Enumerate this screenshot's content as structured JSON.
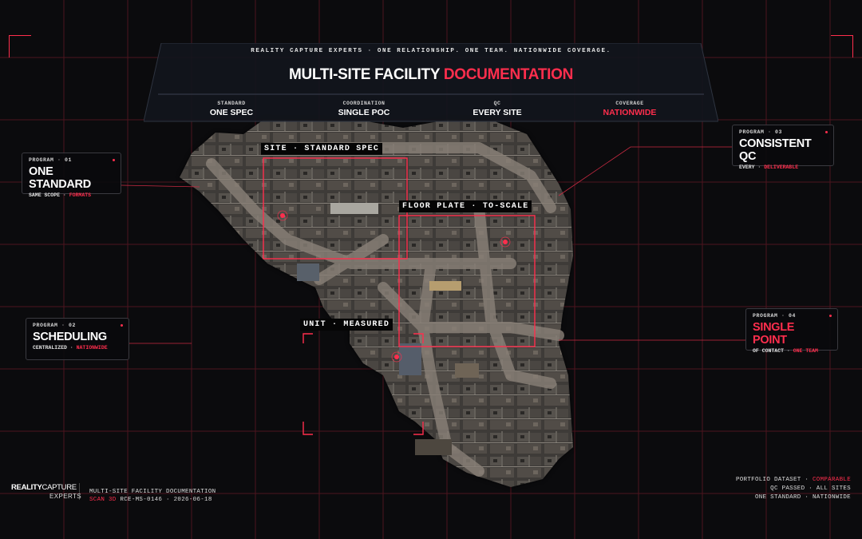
{
  "header": {
    "tagline": "REALITY CAPTURE EXPERTS · ONE RELATIONSHIP. ONE TEAM. NATIONWIDE COVERAGE.",
    "title_main": "MULTI-SITE FACILITY",
    "title_accent": "DOCUMENTATION",
    "stats": [
      {
        "key": "STANDARD",
        "value": "ONE SPEC"
      },
      {
        "key": "COORDINATION",
        "value": "SINGLE POC"
      },
      {
        "key": "QC",
        "value": "EVERY SITE"
      },
      {
        "key": "COVERAGE",
        "value": "NATIONWIDE"
      }
    ]
  },
  "programs": [
    {
      "code": "PROGRAM · 01",
      "title": "ONE STANDARD",
      "sub": "SAME SCOPE ·",
      "sub_accent": "FORMATS"
    },
    {
      "code": "PROGRAM · 02",
      "title": "SCHEDULING",
      "sub": "CENTRALIZED ·",
      "sub_accent": "NATIONWIDE"
    },
    {
      "code": "PROGRAM · 03",
      "title": "CONSISTENT QC",
      "sub": "EVERY ·",
      "sub_accent": "DELIVERABLE"
    },
    {
      "code": "PROGRAM · 04",
      "title": "SINGLE POINT",
      "sub": "OF CONTACT ·",
      "sub_accent": "ONE TEAM"
    }
  ],
  "map_labels": {
    "site": "SITE · STANDARD SPEC",
    "floor": "FLOOR PLATE · TO-SCALE",
    "unit": "UNIT · MEASURED"
  },
  "footer": {
    "brand_line1_bold": "REALITY",
    "brand_line1_light": "CAPTURE",
    "brand_line2": "EXPERTS",
    "meta_title": "MULTI-SITE FACILITY DOCUMENTATION",
    "meta_code_accent": "SCAN 3D",
    "meta_code": "RCE-MS-0146 · 2026-06-18",
    "status_1": "PORTFOLIO DATASET ·",
    "status_1_accent": "COMPARABLE",
    "status_2": "QC PASSED · ALL SITES",
    "status_3": "ONE STANDARD · NATIONWIDE"
  },
  "colors": {
    "accent": "#ff2e4d",
    "background": "#0b0b0d",
    "grid": "#5a1622"
  }
}
